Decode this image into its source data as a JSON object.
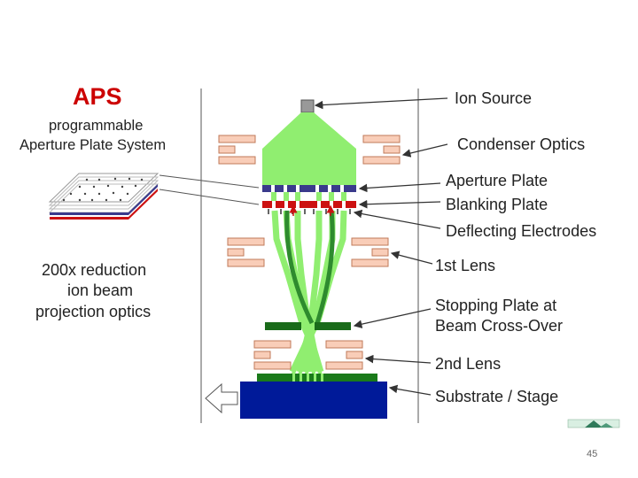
{
  "aps": {
    "title": "APS",
    "subtitle_line1": "programmable",
    "subtitle_line2": "Aperture Plate System"
  },
  "optics_note": {
    "line1": "200x reduction",
    "line2": "ion beam",
    "line3": "projection optics"
  },
  "labels": {
    "ion_source": "Ion Source",
    "condenser_optics": "Condenser Optics",
    "aperture_plate": "Aperture Plate",
    "blanking_plate": "Blanking Plate",
    "deflecting_electrodes": "Deflecting Electrodes",
    "first_lens": "1st Lens",
    "stopping_plate_line1": "Stopping Plate at",
    "stopping_plate_line2": "Beam Cross-Over",
    "second_lens": "2nd Lens",
    "substrate": "Substrate / Stage"
  },
  "colors": {
    "beam_green": "#90ee70",
    "dark_green": "#2e8b2e",
    "lens_fill": "#f9cdb8",
    "lens_border": "#c07a5a",
    "aperture_blue": "#3a3a8c",
    "blanking_red": "#cc1111",
    "substrate_blue": "#001a99",
    "stopping_green": "#1a6b1a",
    "aps_red": "#cc0000"
  },
  "page_number": "45"
}
